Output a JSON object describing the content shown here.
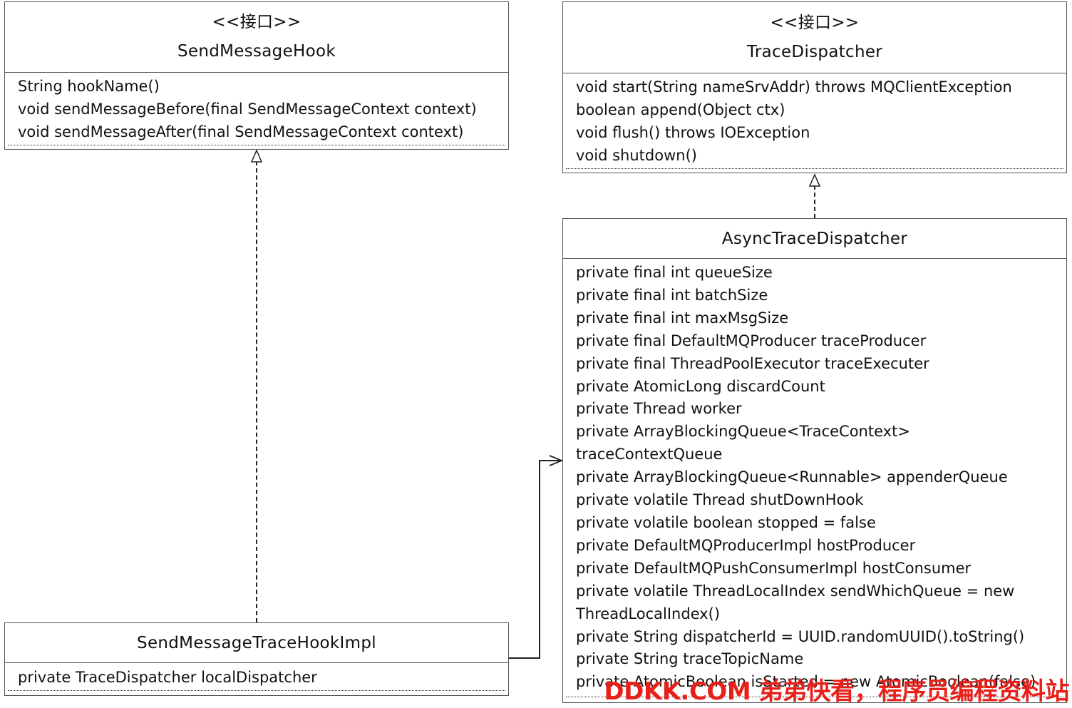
{
  "boxes": {
    "send_message_hook": {
      "stereotype": "<<接口>>",
      "name": "SendMessageHook",
      "members": [
        "String hookName()",
        "void sendMessageBefore(final SendMessageContext context)",
        "void sendMessageAfter(final SendMessageContext context)"
      ]
    },
    "trace_dispatcher": {
      "stereotype": "<<接口>>",
      "name": "TraceDispatcher",
      "members": [
        "void start(String nameSrvAddr) throws MQClientException",
        "boolean append(Object ctx)",
        "void flush() throws IOException",
        "void shutdown()"
      ]
    },
    "async_trace_dispatcher": {
      "name": "AsyncTraceDispatcher",
      "members": [
        "private final int queueSize",
        "private final int batchSize",
        "private final int maxMsgSize",
        "private final DefaultMQProducer traceProducer",
        "private final ThreadPoolExecutor traceExecuter",
        "private AtomicLong discardCount",
        "private Thread worker",
        "private ArrayBlockingQueue<TraceContext>",
        "traceContextQueue",
        "private ArrayBlockingQueue<Runnable> appenderQueue",
        "private volatile Thread shutDownHook",
        "private volatile boolean stopped = false",
        "private DefaultMQProducerImpl hostProducer",
        "private DefaultMQPushConsumerImpl hostConsumer",
        "private volatile ThreadLocalIndex sendWhichQueue = new",
        "ThreadLocalIndex()",
        "private String dispatcherId = UUID.randomUUID().toString()",
        "private String traceTopicName",
        "private AtomicBoolean isStarted = new AtomicBoolean(false)"
      ]
    },
    "send_message_trace_hook_impl": {
      "name": "SendMessageTraceHookImpl",
      "members": [
        "private TraceDispatcher localDispatcher"
      ]
    }
  },
  "watermark": "DDKK.COM 弟弟快看，程序员编程资料站"
}
